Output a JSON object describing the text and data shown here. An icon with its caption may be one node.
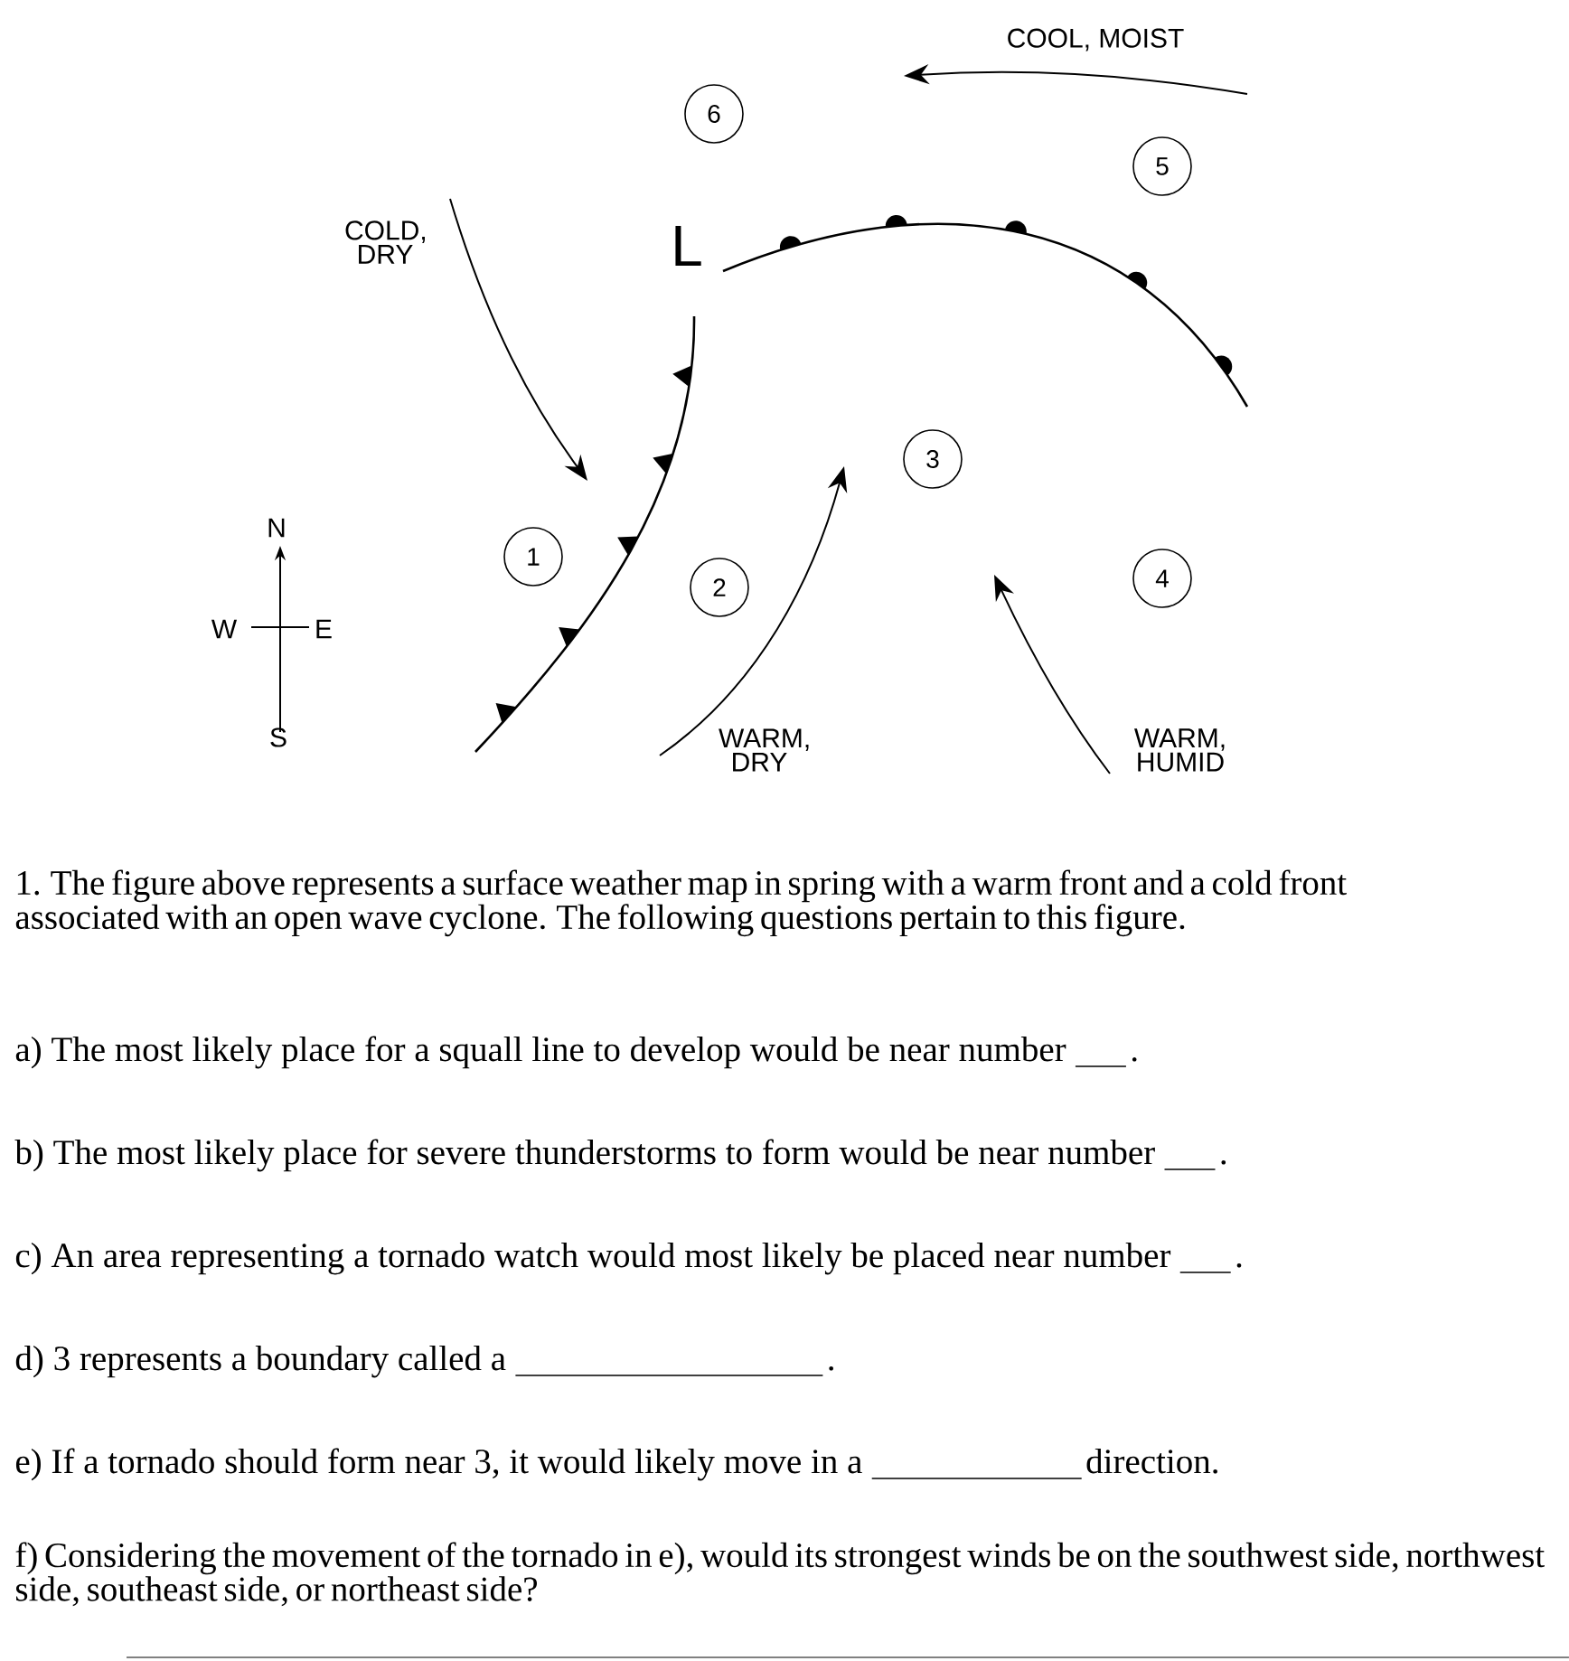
{
  "diagram": {
    "nodes": [
      {
        "text": [
          "1"
        ]
      },
      {
        "text": [
          "2"
        ]
      },
      {
        "text": [
          "3"
        ]
      },
      {
        "text": [
          "4"
        ]
      },
      {
        "text": [
          "5"
        ]
      },
      {
        "text": [
          "6"
        ]
      }
    ],
    "labels": [
      "COOL, MOIST",
      "COLD, DRY",
      "L",
      "N",
      "W",
      "E",
      "S",
      "WARM, DRY",
      "WARM, HUMID",
      "1. The figure above represents a surface weather map in spring with a warm front and a cold front associated with an open wave cyclone.  The following questions pertain to this figure.",
      "a) The most likely place for a squall line to develop would be near number",
      ".",
      "b) The most likely place for severe thunderstorms to form would be near number",
      ".",
      "c) An area representing a tornado watch would most likely be placed near number",
      ".",
      "d) 3 represents a boundary called a",
      ".",
      "e) If a tornado should form near 3, it would likely move in a",
      "direction.",
      "f) Considering the movement of the tornado in e), would its strongest winds be on the southwest side, northwest side, southeast side, or northeast side?"
    ]
  }
}
